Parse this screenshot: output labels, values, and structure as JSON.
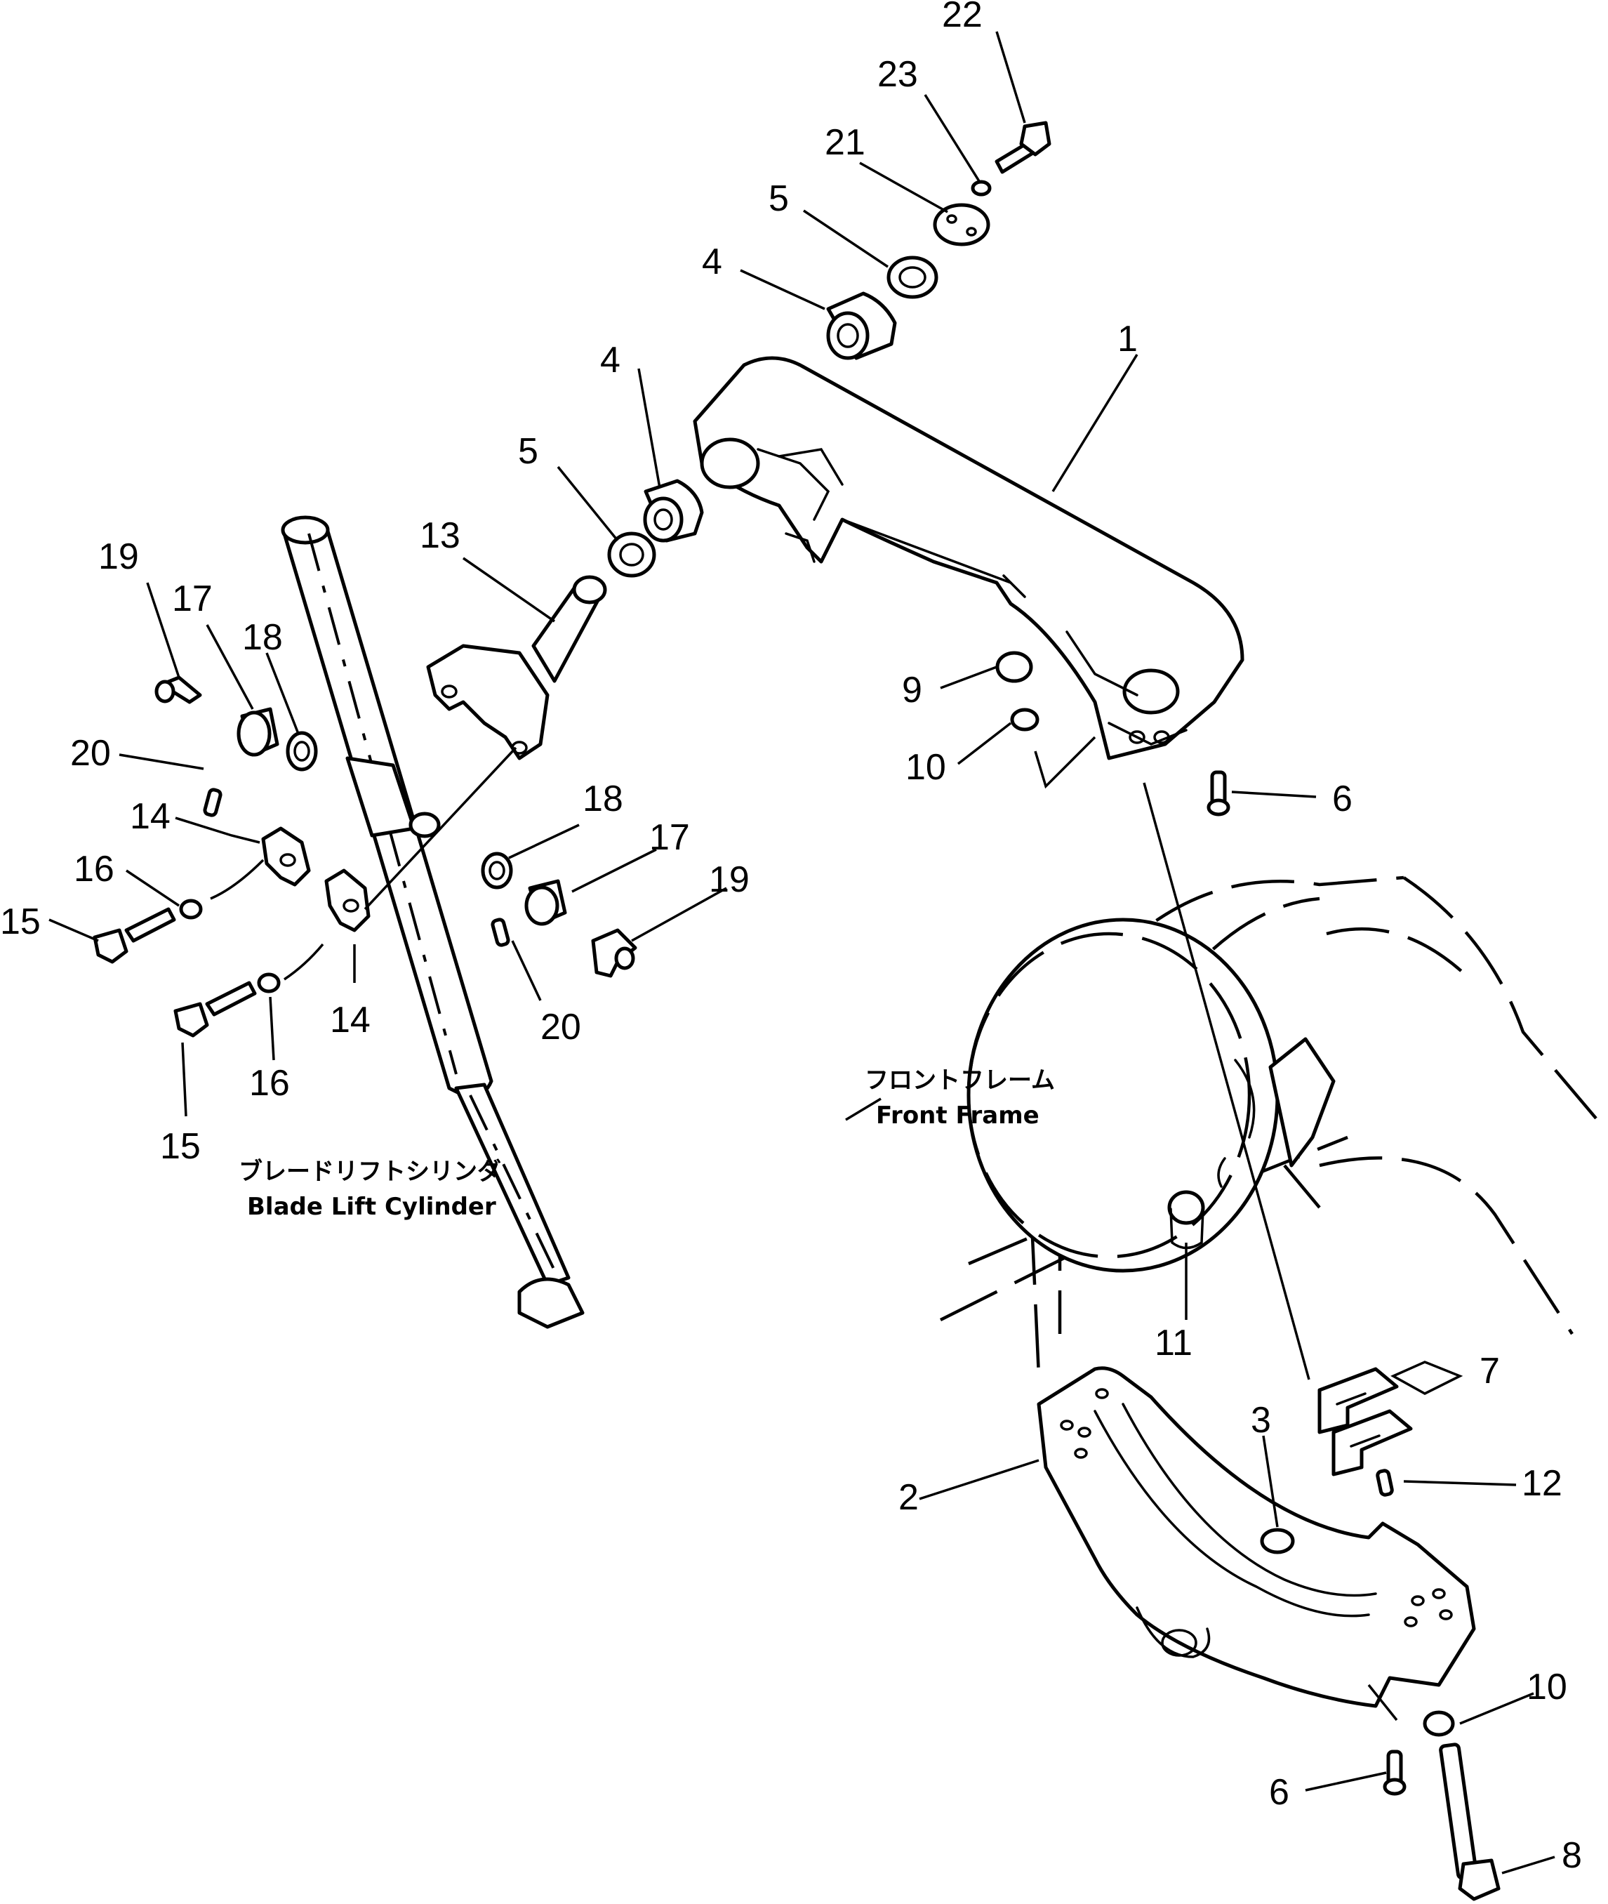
{
  "callouts": {
    "c1": "1",
    "c2": "2",
    "c3": "3",
    "c4a": "4",
    "c4b": "4",
    "c5a": "5",
    "c5b": "5",
    "c6a": "6",
    "c6b": "6",
    "c7": "7",
    "c8": "8",
    "c9": "9",
    "c10a": "10",
    "c10b": "10",
    "c11": "11",
    "c12": "12",
    "c13": "13",
    "c14a": "14",
    "c14b": "14",
    "c15a": "15",
    "c15b": "15",
    "c16a": "16",
    "c16b": "16",
    "c17a": "17",
    "c17b": "17",
    "c18a": "18",
    "c18b": "18",
    "c19a": "19",
    "c19b": "19",
    "c20a": "20",
    "c20b": "20",
    "c21": "21",
    "c22": "22",
    "c23": "23"
  },
  "labels": {
    "front_frame_jp": "フロントフレーム",
    "front_frame_en": "Front Frame",
    "blade_lift_cylinder_jp": "ブレードリフトシリンダ",
    "blade_lift_cylinder_en": "Blade Lift Cylinder"
  }
}
